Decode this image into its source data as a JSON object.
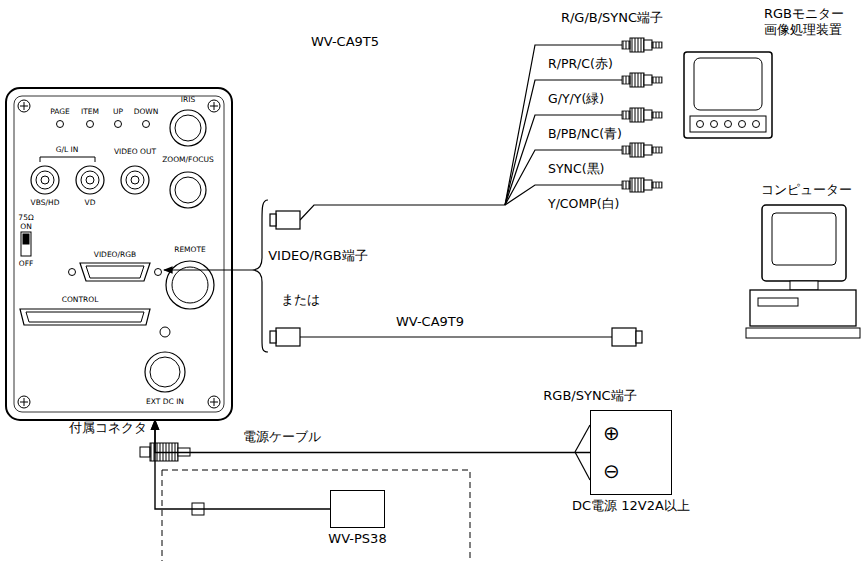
{
  "diagram": {
    "nodes": [
      {
        "text": [
          "PAGE",
          "ITEM",
          "UP",
          "DOWN",
          "IRIS",
          "G/L IN",
          "VIDEO OUT",
          "ZOOM/FOCUS",
          "VBS/HD",
          "VD",
          "75Ω",
          "ON",
          "OFF",
          "VIDEO/RGB",
          "REMOTE",
          "CONTROL",
          "EXT DC IN"
        ]
      },
      {
        "text": [
          "⊕",
          "⊖",
          "DC電源 12V2A以上"
        ]
      },
      {
        "text": [
          "WV-PS38"
        ]
      }
    ],
    "edges": [
      {
        "from": 1,
        "to": 0,
        "label": "電源ケーブル",
        "arrow": "to"
      },
      {
        "from": 2,
        "to": 0,
        "arrow": "to"
      }
    ],
    "labels": [
      "VIDEO/RGB端子",
      "WV-CA9T5",
      "R/G/B/SYNC端子",
      "R/PR/C(赤)",
      "G/Y/Y(緑)",
      "B/PB/NC(青)",
      "SYNC(黒)",
      "Y/COMP(白)",
      "RGBモニター 画像処理装置",
      "または",
      "コンピューター",
      "WV-CA9T9",
      "RGB/SYNC端子",
      "付属コネクタ"
    ]
  }
}
